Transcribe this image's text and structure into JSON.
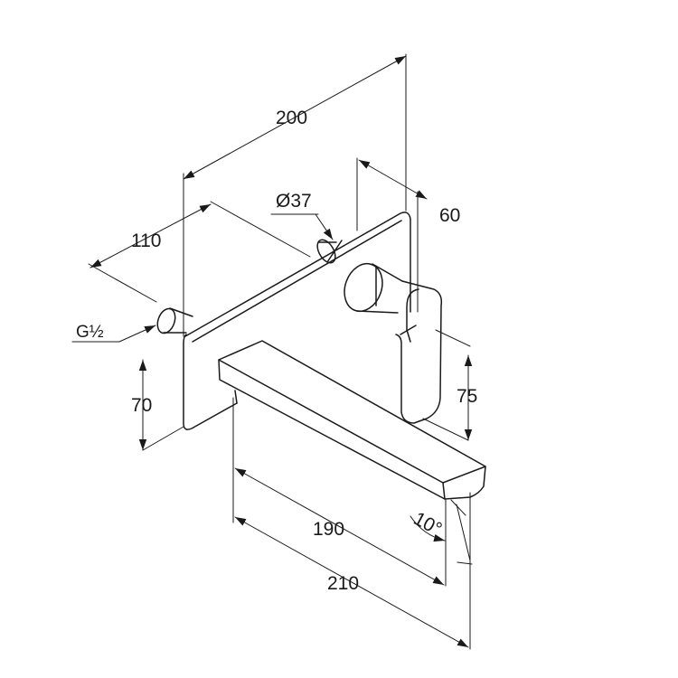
{
  "drawing": {
    "dimensions": [
      {
        "id": "total-depth",
        "label": "200"
      },
      {
        "id": "plate-depth",
        "label": "60"
      },
      {
        "id": "body-diameter",
        "label": "Ø37"
      },
      {
        "id": "connection-depth",
        "label": "110"
      },
      {
        "id": "thread",
        "label": "G½"
      },
      {
        "id": "connection-height",
        "label": "70"
      },
      {
        "id": "lever-height",
        "label": "75"
      },
      {
        "id": "spout-projection",
        "label": "190"
      },
      {
        "id": "total-projection",
        "label": "210"
      },
      {
        "id": "spout-angle",
        "label": "10°"
      }
    ]
  }
}
